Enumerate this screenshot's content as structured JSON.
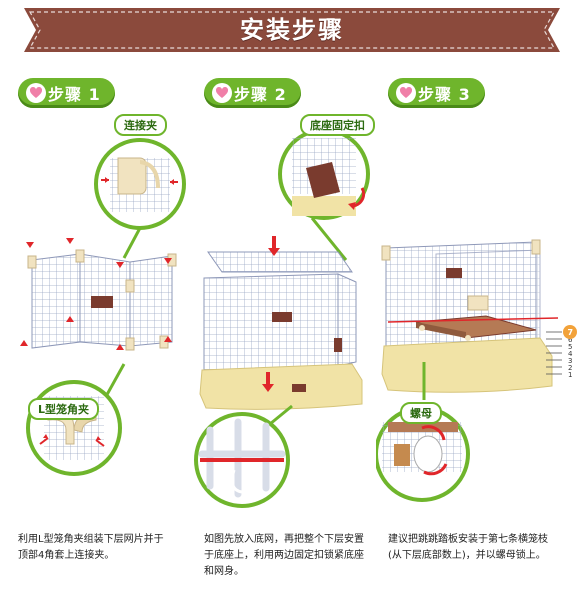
{
  "header": {
    "title": "安装步骤"
  },
  "steps": [
    {
      "label": "步骤 1",
      "callout_top": "连接夹",
      "callout_bottom": "L型笼角夹",
      "caption": [
        "利用L型笼角夹组装下层网片并于",
        "顶部4角套上连接夹。"
      ]
    },
    {
      "label": "步骤 2",
      "callout_top": "底座固定扣",
      "caption": [
        "如图先放入底网，再把整个下层安置",
        "于底座上，利用两边固定扣锁紧底座",
        "和网身。"
      ]
    },
    {
      "label": "步骤 3",
      "callout_bottom": "螺母",
      "caption": [
        "建议把跳跳踏板安装于第七条横笼枝",
        "(从下层底部数上)，并以螺母锁上。"
      ]
    }
  ],
  "step3_bar_numbers": [
    "7",
    "6",
    "5",
    "4",
    "3",
    "2",
    "1"
  ],
  "colors": {
    "ribbon": "#8b4a3c",
    "green": "#6fb52c",
    "arrow": "#e0262a",
    "base": "#f1e3a6",
    "panel": "#7a3b2e"
  }
}
